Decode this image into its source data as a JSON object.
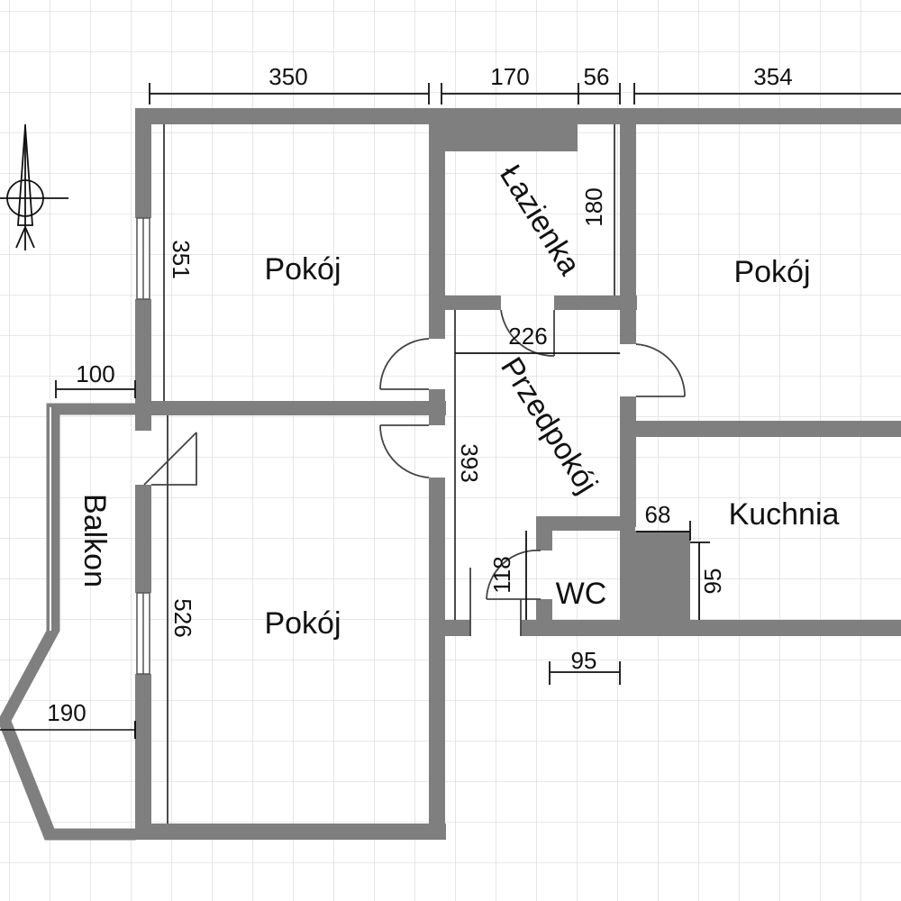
{
  "colors": {
    "background": "#ffffff",
    "grid": "#d9d9d9",
    "wall": "#7f7f7f",
    "ink": "#111111"
  },
  "rooms": {
    "pokoj_top_left": "Pokój",
    "lazienka": "Łazienka",
    "pokoj_top_right": "Pokój",
    "przedpokoj": "Przedpokój",
    "kuchnia": "Kuchnia",
    "wc": "WC",
    "pokoj_bottom": "Pokój",
    "balkon": "Balkon"
  },
  "dimensions": {
    "d350": "350",
    "d170": "170",
    "d56": "56",
    "d354": "354",
    "d351": "351",
    "d180": "180",
    "d226": "226",
    "d100": "100",
    "d393": "393",
    "d68": "68",
    "d118": "118",
    "d95_kitchen": "95",
    "d95_bottom": "95",
    "d526": "526",
    "d190": "190"
  },
  "icons": {
    "compass": "north-arrow-icon"
  }
}
